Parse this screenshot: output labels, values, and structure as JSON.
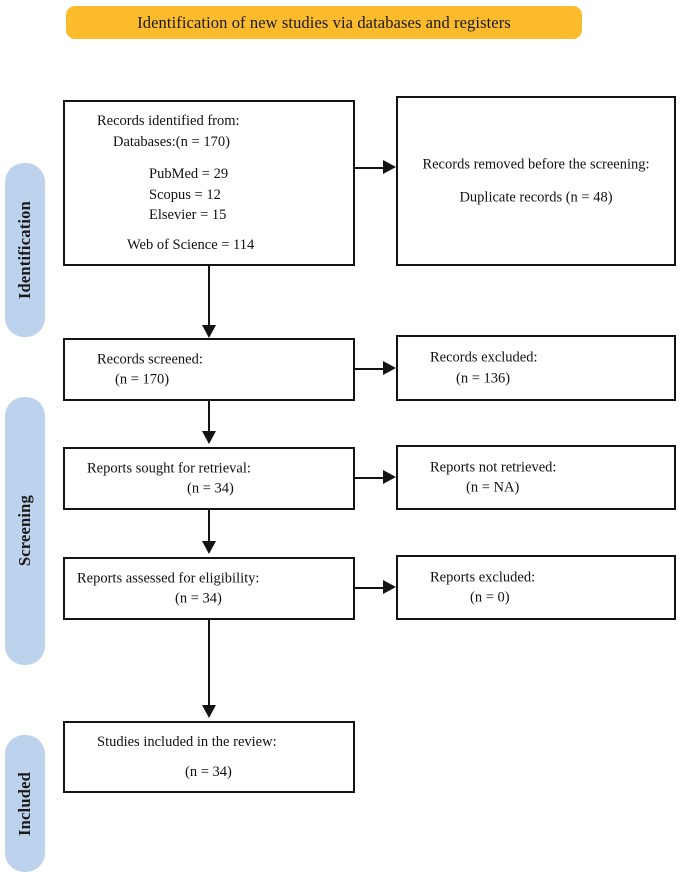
{
  "banner": {
    "title": "Identification of new studies via databases and registers",
    "color": "#fbbb2d"
  },
  "stages": [
    {
      "label": "Identification",
      "color": "#bdd2ec"
    },
    {
      "label": "Screening",
      "color": "#bdd2ec"
    },
    {
      "label": "Included",
      "color": "#bdd2ec"
    }
  ],
  "chart_data": {
    "type": "diagram",
    "title": "Identification of new studies via databases and registers",
    "nodes": [
      {
        "id": "identified",
        "stage": "Identification",
        "column": "left",
        "lines": [
          "Records identified from:",
          "Databases:(n = 170)",
          "PubMed = 29",
          "Scopus = 12",
          "Elsevier = 15",
          "Web of Science = 114"
        ],
        "n": 170
      },
      {
        "id": "removed",
        "stage": "Identification",
        "column": "right",
        "lines": [
          "Records removed before the screening:",
          "Duplicate records (n = 48)"
        ],
        "n": 48
      },
      {
        "id": "screened",
        "stage": "Screening",
        "column": "left",
        "lines": [
          "Records screened:",
          "(n = 170)"
        ],
        "n": 170
      },
      {
        "id": "excluded-screened",
        "stage": "Screening",
        "column": "right",
        "lines": [
          "Records excluded:",
          "(n = 136)"
        ],
        "n": 136
      },
      {
        "id": "sought",
        "stage": "Screening",
        "column": "left",
        "lines": [
          "Reports sought for retrieval:",
          "(n = 34)"
        ],
        "n": 34
      },
      {
        "id": "not-retrieved",
        "stage": "Screening",
        "column": "right",
        "lines": [
          "Reports not retrieved:",
          "(n = NA)"
        ],
        "n": "NA"
      },
      {
        "id": "assessed",
        "stage": "Screening",
        "column": "left",
        "lines": [
          "Reports assessed for eligibility:",
          "(n = 34)"
        ],
        "n": 34
      },
      {
        "id": "excluded-eligibility",
        "stage": "Screening",
        "column": "right",
        "lines": [
          "Reports excluded:",
          "(n = 0)"
        ],
        "n": 0
      },
      {
        "id": "included",
        "stage": "Included",
        "column": "left",
        "lines": [
          "Studies included in the review:",
          "(n = 34)"
        ],
        "n": 34
      }
    ],
    "edges": [
      {
        "from": "identified",
        "to": "removed",
        "direction": "right"
      },
      {
        "from": "identified",
        "to": "screened",
        "direction": "down"
      },
      {
        "from": "screened",
        "to": "excluded-screened",
        "direction": "right"
      },
      {
        "from": "screened",
        "to": "sought",
        "direction": "down"
      },
      {
        "from": "sought",
        "to": "not-retrieved",
        "direction": "right"
      },
      {
        "from": "sought",
        "to": "assessed",
        "direction": "down"
      },
      {
        "from": "assessed",
        "to": "excluded-eligibility",
        "direction": "right"
      },
      {
        "from": "assessed",
        "to": "included",
        "direction": "down"
      }
    ]
  },
  "boxes": {
    "identified": {
      "l1": "Records identified from:",
      "l2": "Databases:(n = 170)",
      "l3": "PubMed = 29",
      "l4": "Scopus = 12",
      "l5": "Elsevier = 15",
      "l6": "Web of Science = 114"
    },
    "removed": {
      "l1": "Records removed before the screening:",
      "l2": "Duplicate records (n = 48)"
    },
    "screened": {
      "l1": "Records screened:",
      "l2": "(n = 170)"
    },
    "excluded_screened": {
      "l1": "Records excluded:",
      "l2": "(n = 136)"
    },
    "sought": {
      "l1": "Reports sought for retrieval:",
      "l2": "(n = 34)"
    },
    "not_retrieved": {
      "l1": "Reports not retrieved:",
      "l2": "(n = NA)"
    },
    "assessed": {
      "l1": "Reports assessed for eligibility:",
      "l2": "(n = 34)"
    },
    "excluded_eligibility": {
      "l1": "Reports excluded:",
      "l2": "(n = 0)"
    },
    "included": {
      "l1": "Studies included in the review:",
      "l2": "(n = 34)"
    }
  }
}
